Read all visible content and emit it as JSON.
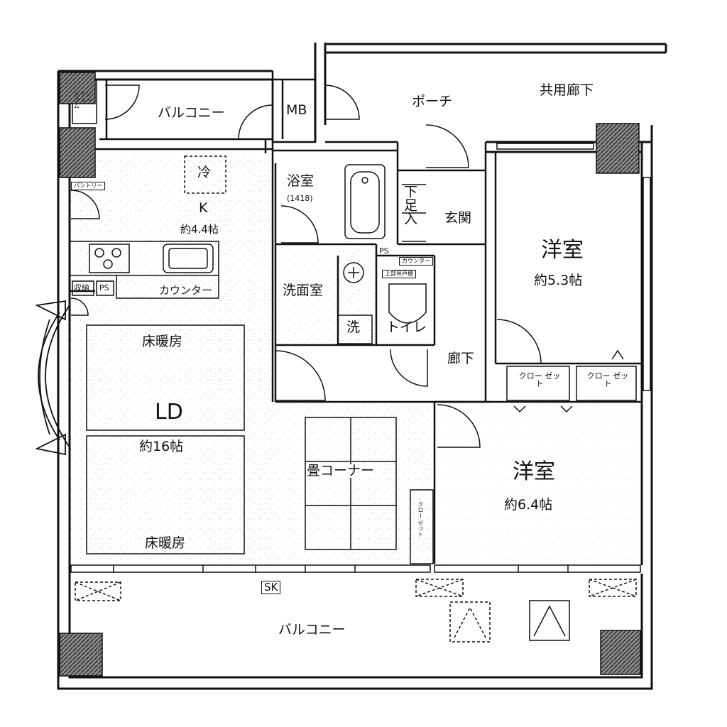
{
  "rooms": {
    "porch": "ポーチ",
    "common_corridor": "共用廊下",
    "balcony_top": "バルコニー",
    "trunk_room": "トランク ルーム",
    "mb": "MB",
    "kitchen": "K",
    "kitchen_area": "約4.4帖",
    "fridge": "冷",
    "pantry": "パントリー",
    "storage": "収納",
    "ps_kitchen": "PS",
    "counter_kitchen": "カウンター",
    "bath": "浴室",
    "bath_size": "(1418)",
    "shoe_storage": "下足入",
    "entrance": "玄関",
    "ps_toilet": "PS",
    "counter_toilet": "カウンター",
    "upper_cabinet": "上部吊戸棚",
    "washroom": "洗面室",
    "washer": "洗",
    "toilet": "トイレ",
    "hallway": "廊下",
    "western_room_1": "洋室",
    "western_room_1_area": "約5.3帖",
    "closet_1": "クロー ゼット",
    "closet_2": "クロー ゼット",
    "floor_heating_1": "床暖房",
    "ld": "LD",
    "ld_area": "約16帖",
    "floor_heating_2": "床暖房",
    "tatami_corner": "畳コーナー",
    "closet_small": "クロー ゼット",
    "western_room_2": "洋室",
    "western_room_2_area": "約6.4帖",
    "sk": "SK",
    "balcony_bottom": "バルコニー"
  },
  "colors": {
    "line": "#111111",
    "wall_fill": "#555555",
    "speckle": "#c8c8c8"
  }
}
